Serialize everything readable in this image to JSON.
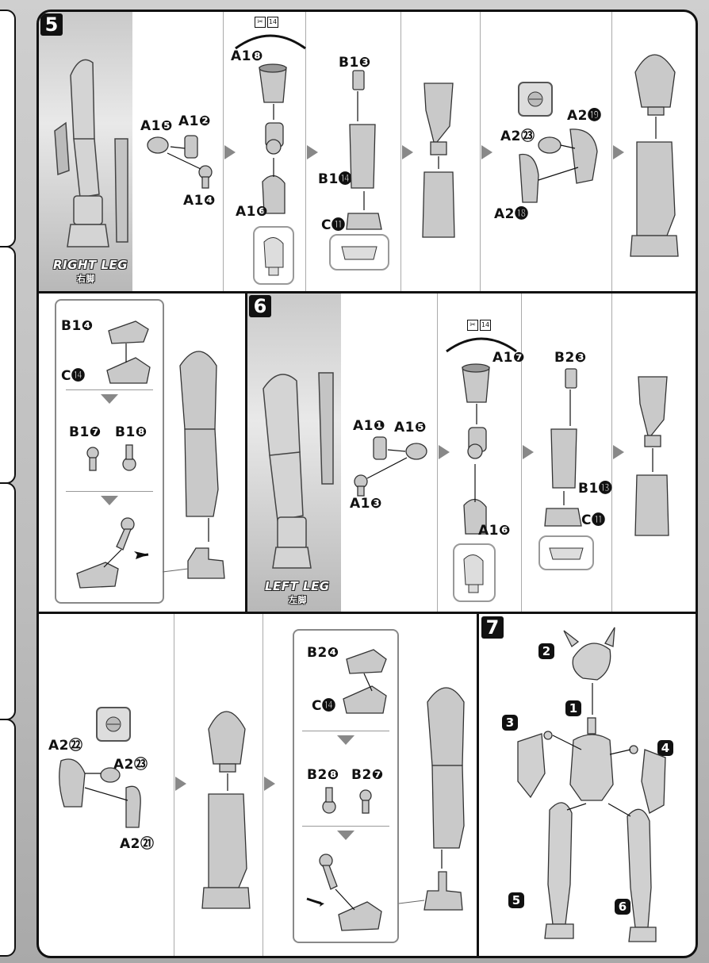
{
  "steps": {
    "s5": "5",
    "s6": "6",
    "s7": "7"
  },
  "banners": {
    "right_leg": "RIGHT LEG",
    "right_leg_jp": "右脚",
    "left_leg": "LEFT LEG",
    "left_leg_jp": "左脚"
  },
  "tool_tag": "14",
  "step5_labels": {
    "a15": "A1❺",
    "a12": "A1❷",
    "a14": "A1❹",
    "a18": "A1❽",
    "a16": "A1❻",
    "b13": "B1❸",
    "b14": "B1⓮",
    "c11": "C⓫",
    "a23": "A2㉓",
    "a29": "A2⓳",
    "a28": "A2⓲"
  },
  "substep_labels": {
    "b14": "B1❹",
    "c14": "C⓮",
    "b17": "B1❼",
    "b18": "B1❽"
  },
  "step6_labels": {
    "a11": "A1❶",
    "a15": "A1❺",
    "a13": "A1❸",
    "a17": "A1❼",
    "a16": "A1❻",
    "b23": "B2❸",
    "b113": "B1⓭",
    "c11": "C⓫"
  },
  "bottom_labels": {
    "a22": "A2㉒",
    "a23": "A2㉓",
    "a21": "A2㉑",
    "b24": "B2❹",
    "c14": "C⓮",
    "b28": "B2❽",
    "b27": "B2❼"
  },
  "step7_labels": {
    "n1": "1",
    "n2": "2",
    "n3": "3",
    "n4": "4",
    "n5": "5",
    "n6": "6"
  }
}
